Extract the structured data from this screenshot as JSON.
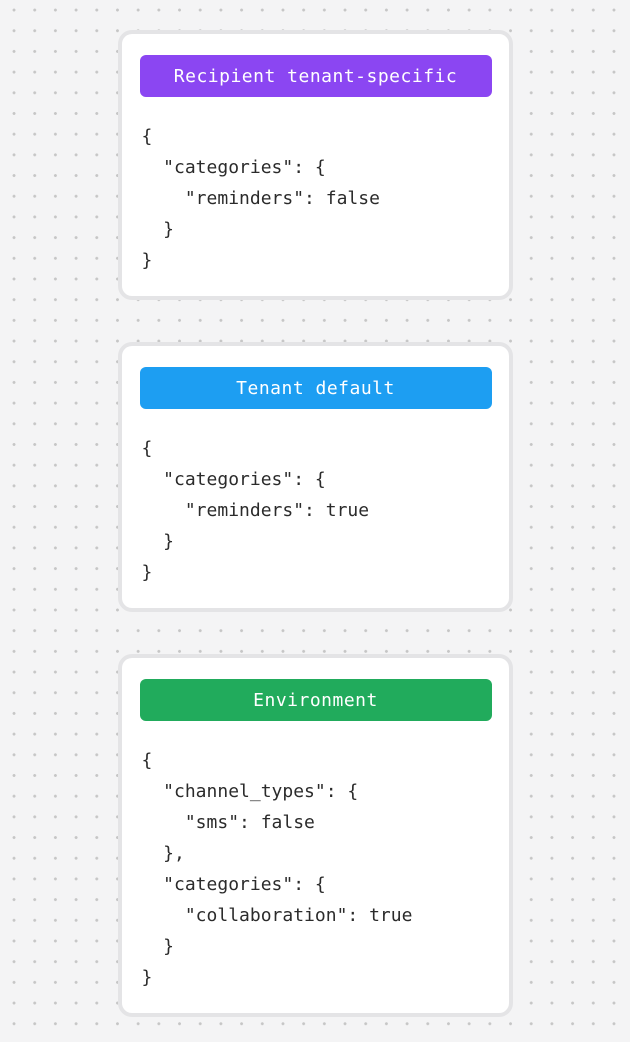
{
  "canvas": {
    "background_color": "#f4f4f5",
    "dot_color": "#c6c6c6"
  },
  "cards": [
    {
      "id": "recipient-tenant-specific",
      "badge": {
        "label": "Recipient tenant-specific",
        "color": "#8b46f2",
        "text_color": "#ffffff"
      },
      "code": "{\n  \"categories\": {\n    \"reminders\": false\n  }\n}"
    },
    {
      "id": "tenant-default",
      "badge": {
        "label": "Tenant default",
        "color": "#1d9ef2",
        "text_color": "#ffffff"
      },
      "code": "{\n  \"categories\": {\n    \"reminders\": true\n  }\n}"
    },
    {
      "id": "environment",
      "badge": {
        "label": "Environment",
        "color": "#21ab5c",
        "text_color": "#ffffff"
      },
      "code": "{\n  \"channel_types\": {\n    \"sms\": false\n  },\n  \"categories\": {\n    \"collaboration\": true\n  }\n}"
    }
  ]
}
